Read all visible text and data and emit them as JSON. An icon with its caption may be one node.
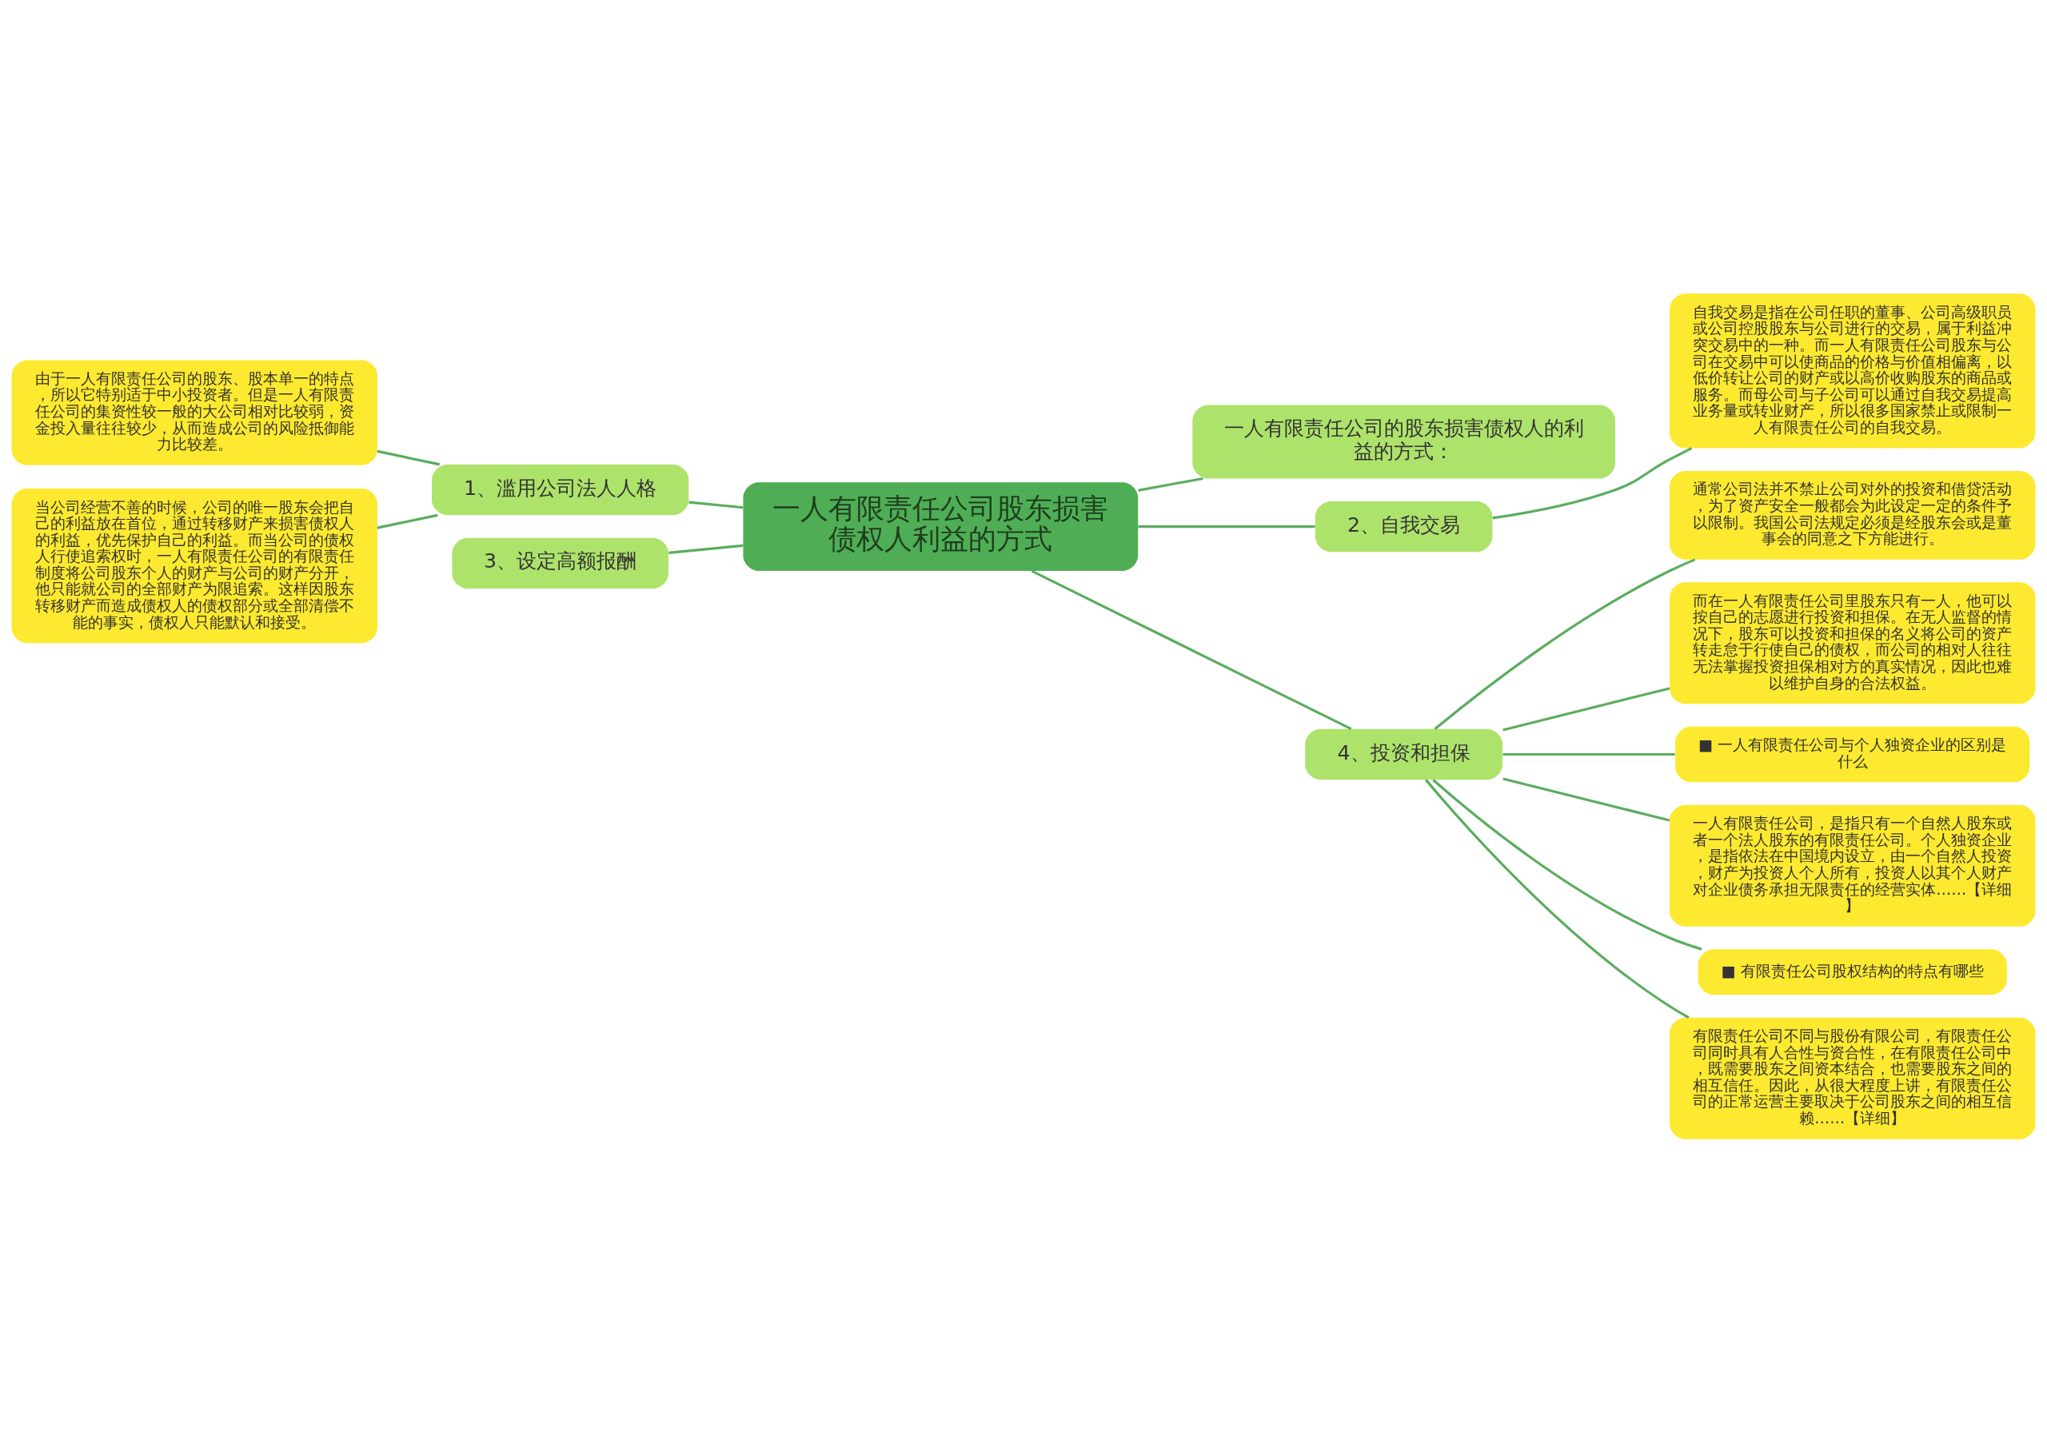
{
  "diagram": {
    "nodes": [
      {
        "text": [
          "一人有限责任公司股东损害债权人利益的方式"
        ]
      },
      {
        "text": [
          "一人有限责任公司的股东损害债权人的利益的方式："
        ]
      },
      {
        "text": [
          "1、滥用公司法人人格"
        ]
      },
      {
        "text": [
          "由于一人有限责任公司的股东、股本单一的特点，所以它特别适于中小投资者。但是一人有限责任公司的集资性较一般的大公司相对比较弱，资金投入量往往较少，从而造成公司的风险抵御能力比较差。"
        ]
      },
      {
        "text": [
          "当公司经营不善的时候，公司的唯一股东会把自己的利益放在首位，通过转移财产来损害债权人的利益，优先保护自己的利益。而当公司的债权人行使追索权时，一人有限责任公司的有限责任制度将公司股东个人的财产与公司的财产分开，他只能就公司的全部财产为限追索。这样因股东转移财产而造成债权人的债权部分或全部清偿不能的事实，债权人只能默认和接受。"
        ]
      },
      {
        "text": [
          "2、自我交易"
        ]
      },
      {
        "text": [
          "自我交易是指在公司任职的董事、公司高级职员或公司控股股东与公司进行的交易，属于利益冲突交易中的一种。而一人有限责任公司股东与公司在交易中可以使商品的价格与价值相偏离，以低价转让公司的财产或以高价收购股东的商品或服务。而母公司与子公司可以通过自我交易提高业务量或转业财产，所以很多国家禁止或限制一人有限责任公司的自我交易。"
        ]
      },
      {
        "text": [
          "3、设定高额报酬"
        ]
      },
      {
        "text": [
          "4、投资和担保"
        ]
      },
      {
        "text": [
          "通常公司法并不禁止公司对外的投资和借贷活动，为了资产安全一般都会为此设定一定的条件予以限制。我国公司法规定必须是经股东会或是董事会的同意之下方能进行。"
        ]
      },
      {
        "text": [
          "而在一人有限责任公司里股东只有一人，他可以按自己的志愿进行投资和担保。在无人监督的情况下，股东可以投资和担保的名义将公司的资产转走怠于行使自己的债权，而公司的相对人往往无法掌握投资担保相对方的真实情况，因此也难以维护自身的合法权益。"
        ]
      },
      {
        "text": [
          "■ 一人有限责任公司与个人独资企业的区别是什么"
        ]
      },
      {
        "text": [
          "一人有限责任公司，是指只有一个自然人股东或者一个法人股东的有限责任公司。个人独资企业，是指依法在中国境内设立，由一个自然人投资，财产为投资人个人所有，投资人以其个人财产对企业债务承担无限责任的经营实体……【详细】"
        ]
      },
      {
        "text": [
          "■ 有限责任公司股权结构的特点有哪些"
        ]
      },
      {
        "text": [
          "有限责任公司不同与股份有限公司，有限责任公司同时具有人合性与资合性，在有限责任公司中，既需要股东之间资本结合，也需要股东之间的相互信任。因此，从很大程度上讲，有限责任公司的正常运营主要取决于公司股东之间的相互信赖……【详细】"
        ]
      }
    ],
    "edges": [
      {
        "from": 0,
        "to": 1,
        "arrow": "none"
      },
      {
        "from": 0,
        "to": 2,
        "arrow": "none"
      },
      {
        "from": 2,
        "to": 3,
        "arrow": "none"
      },
      {
        "from": 2,
        "to": 4,
        "arrow": "none"
      },
      {
        "from": 0,
        "to": 5,
        "arrow": "none"
      },
      {
        "from": 5,
        "to": 6,
        "arrow": "none"
      },
      {
        "from": 0,
        "to": 7,
        "arrow": "none"
      },
      {
        "from": 0,
        "to": 8,
        "arrow": "none"
      },
      {
        "from": 8,
        "to": 9,
        "arrow": "none"
      },
      {
        "from": 8,
        "to": 10,
        "arrow": "none"
      },
      {
        "from": 8,
        "to": 11,
        "arrow": "none"
      },
      {
        "from": 8,
        "to": 12,
        "arrow": "none"
      },
      {
        "from": 8,
        "to": 13,
        "arrow": "none"
      },
      {
        "from": 8,
        "to": 14,
        "arrow": "none"
      }
    ]
  }
}
